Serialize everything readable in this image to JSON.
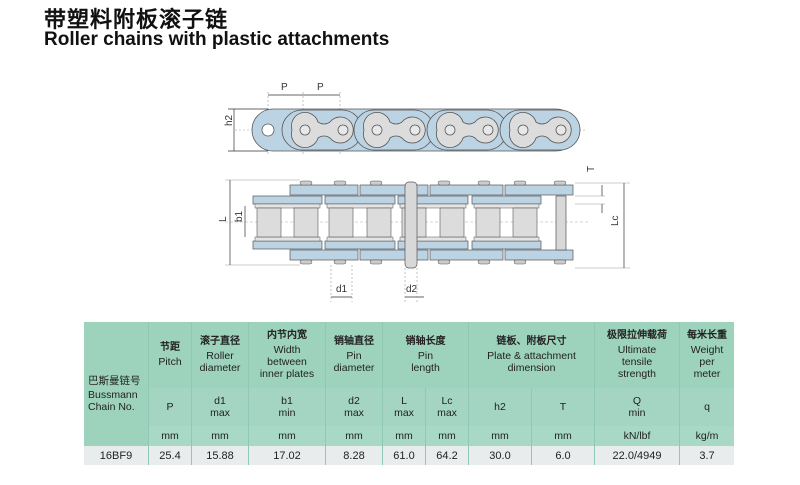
{
  "title": {
    "cn": "带塑料附板滚子链",
    "en": "Roller chains with plastic attachments"
  },
  "diagram": {
    "top_view_labels": {
      "pitch_1": "P",
      "pitch_2": "P",
      "height": "h2"
    },
    "side_view_labels": {
      "overall_length": "L",
      "inner_width": "b1",
      "thickness": "T",
      "connecting_length": "Lc",
      "roller_diameter": "d1",
      "pin_diameter": "d2"
    },
    "colors": {
      "plate_fill": "#bcd3e3",
      "inner_fill": "#dcdcdc",
      "outline": "#555555"
    }
  },
  "table": {
    "chain_no_header": {
      "cn": "巴斯曼链号",
      "en_1": "Bussmann",
      "en_2": "Chain No."
    },
    "columns": [
      {
        "cn": "节距",
        "en": [
          "Pitch"
        ],
        "symbol": "P",
        "sub": "",
        "unit": "mm"
      },
      {
        "cn": "滚子直径",
        "en": [
          "Roller",
          "diameter"
        ],
        "symbol": "d1",
        "sub": "max",
        "unit": "mm"
      },
      {
        "cn": "内节内宽",
        "en": [
          "Width",
          "between",
          "inner plates"
        ],
        "symbol": "b1",
        "sub": "min",
        "unit": "mm"
      },
      {
        "cn": "销轴直径",
        "en": [
          "Pin",
          "diameter"
        ],
        "symbol": "d2",
        "sub": "max",
        "unit": "mm"
      },
      {
        "cn": "销轴长度",
        "en": [
          "Pin",
          "length"
        ],
        "symbol": "L",
        "sub": "max",
        "unit": "mm"
      },
      {
        "cn": "",
        "en": [],
        "symbol": "Lc",
        "sub": "max",
        "unit": "mm"
      },
      {
        "cn": "链板、附板尺寸",
        "en": [
          "Plate & attachment",
          "dimension"
        ],
        "symbol": "h2",
        "sub": "",
        "unit": "mm"
      },
      {
        "cn": "",
        "en": [],
        "symbol": "T",
        "sub": "",
        "unit": "mm"
      },
      {
        "cn": "极限拉伸载荷",
        "en": [
          "Ultimate",
          "tensile",
          "strength"
        ],
        "symbol": "Q",
        "sub": "min",
        "unit": "kN/lbf"
      },
      {
        "cn": "每米长重",
        "en": [
          "Weight",
          "per",
          "meter"
        ],
        "symbol": "q",
        "sub": "",
        "unit": "kg/m"
      }
    ],
    "rows": [
      {
        "chain_no": "16BF9",
        "values": [
          "25.4",
          "15.88",
          "17.02",
          "8.28",
          "61.0",
          "64.2",
          "30.0",
          "6.0",
          "22.0/4949",
          "3.7"
        ]
      }
    ],
    "colors": {
      "header_bg": "#9dd2bd",
      "row_bg": "#e9ecec"
    }
  }
}
